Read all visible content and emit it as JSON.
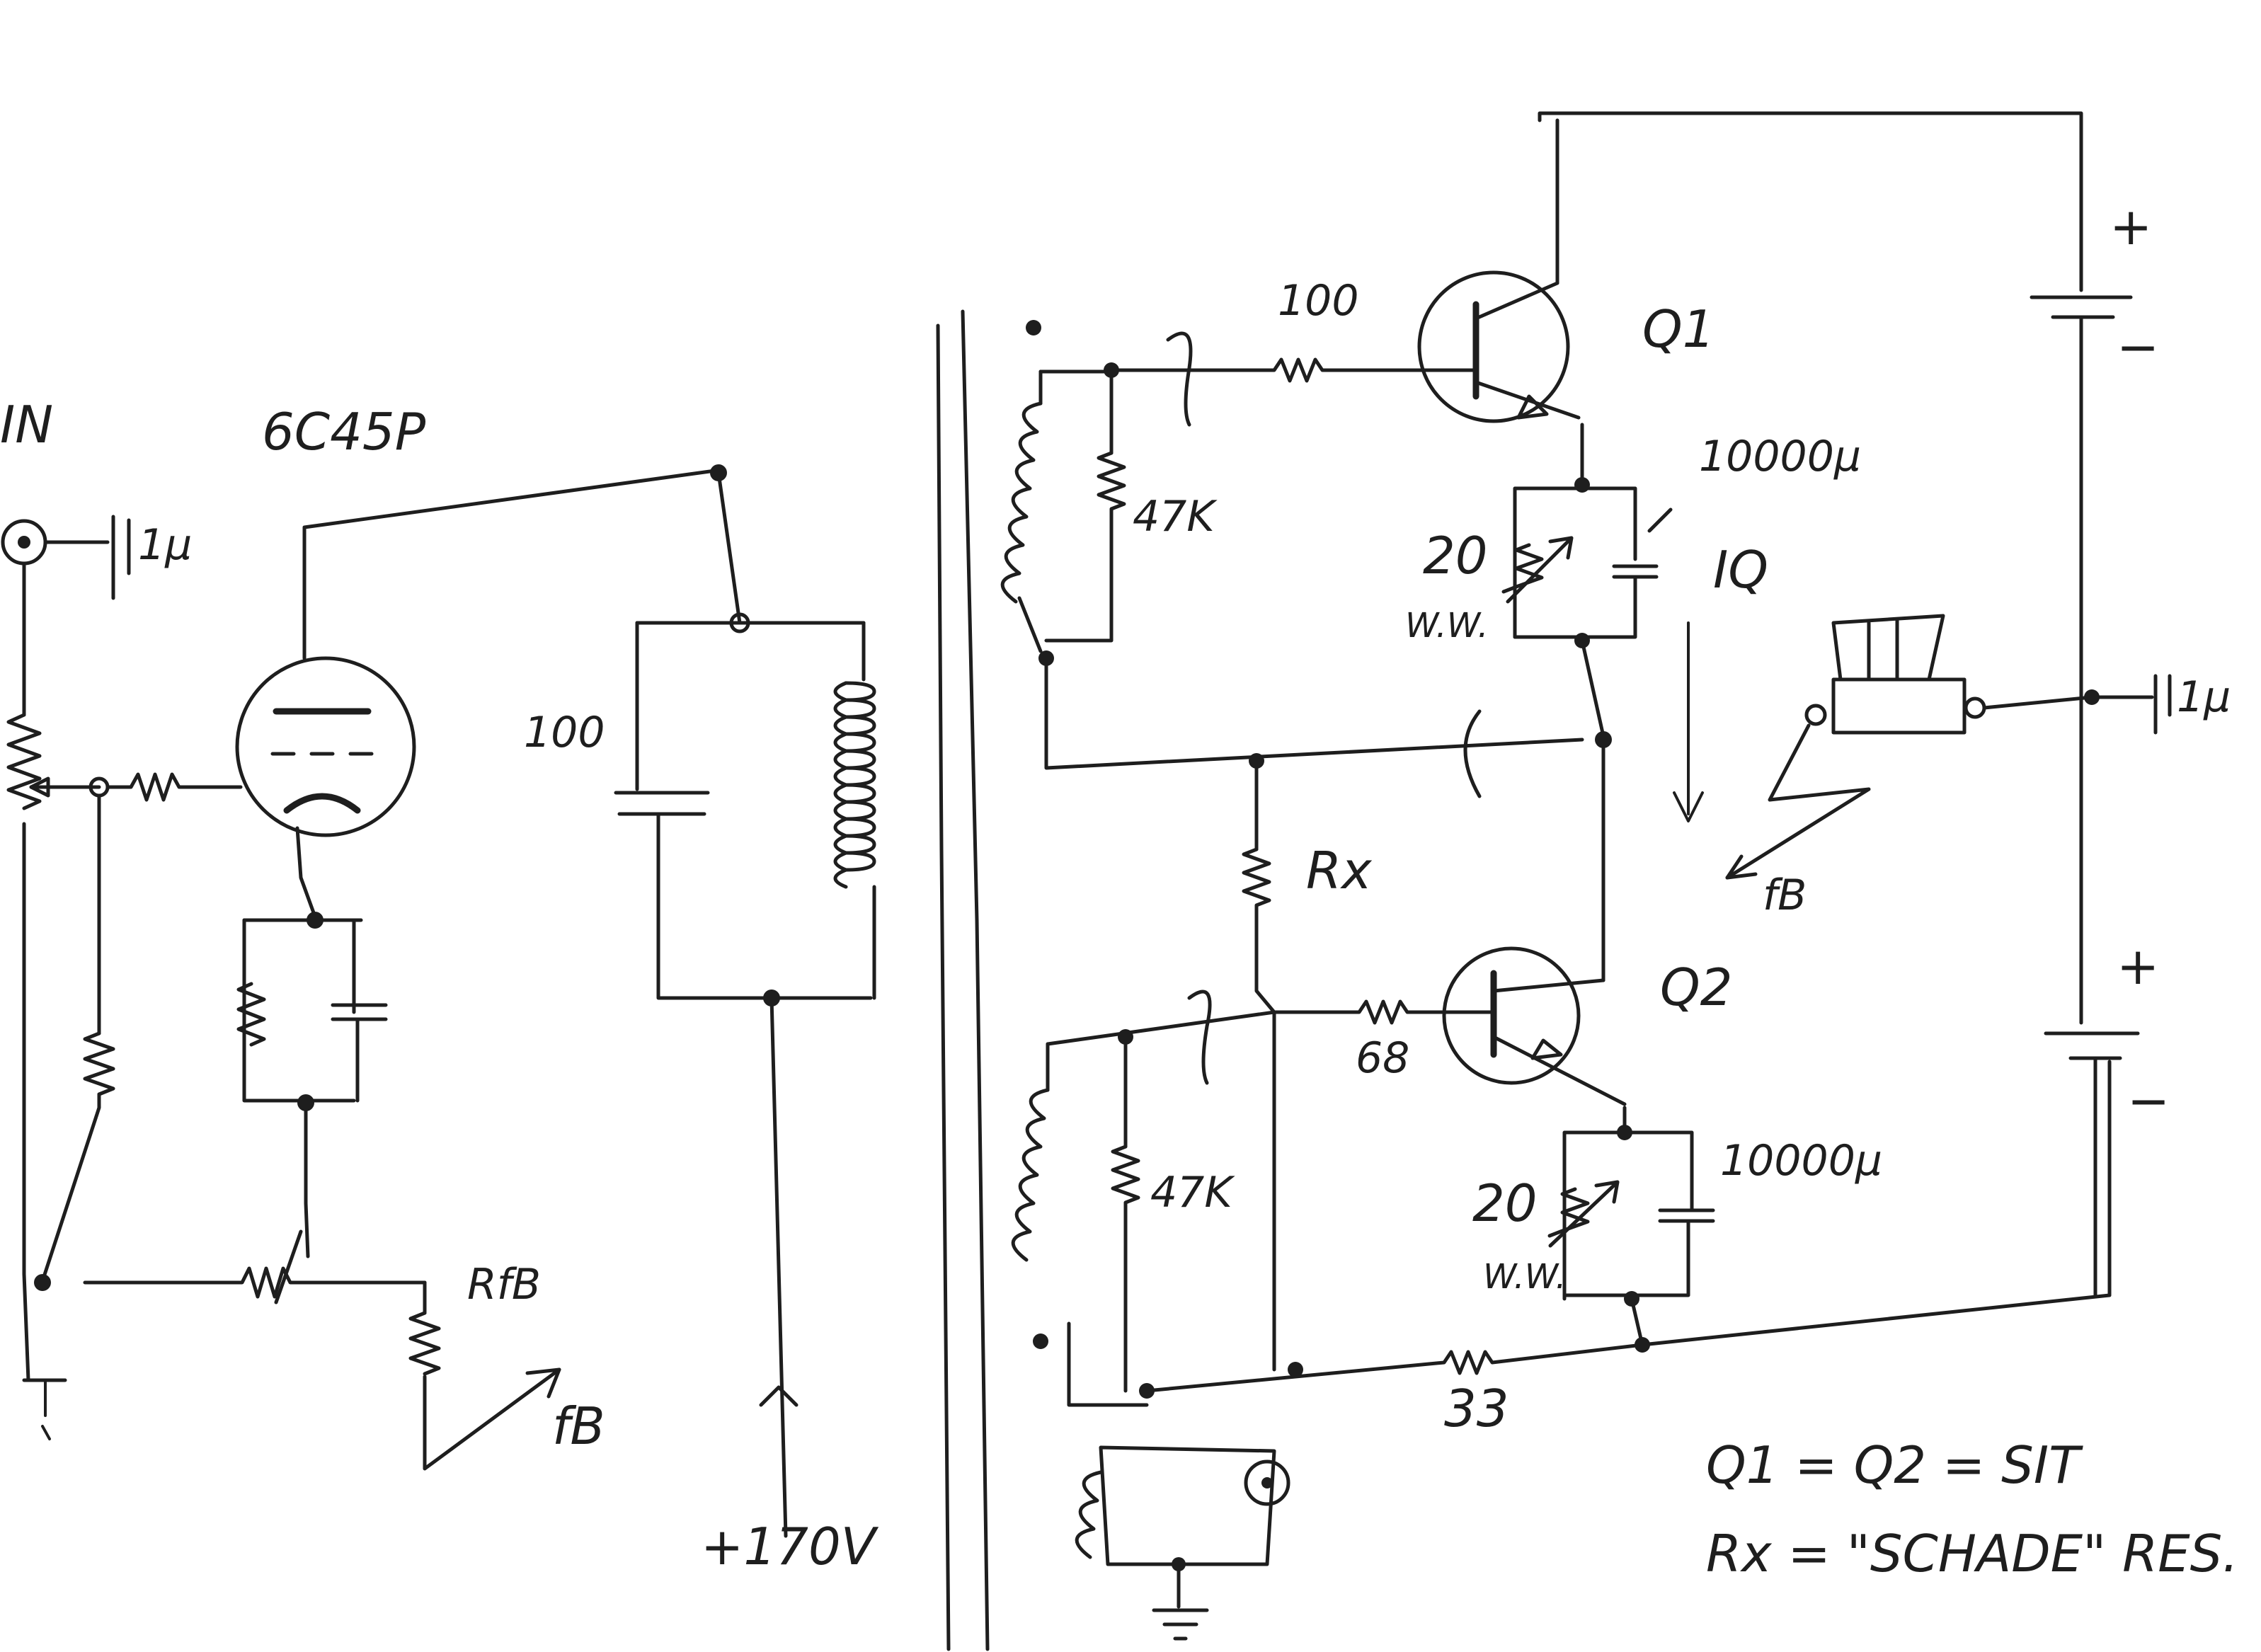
{
  "labels": {
    "input": "IN",
    "tube": "6C45P",
    "cap_1u_left": "1µ",
    "c_100": "100",
    "r_fb": "RfB",
    "fb_left": "fB",
    "b_plus": "+170V",
    "r_100": "100",
    "r_47k_top": "47K",
    "q1": "Q1",
    "cap_top": "10000µ",
    "r_20_top": "20",
    "ww_top": "W.W.",
    "iq": "IQ",
    "fb_right": "fB",
    "rx": "Rx",
    "q2": "Q2",
    "r_68": "68",
    "r_47k_bot": "47K",
    "cap_bot": "10000µ",
    "r_20_bot": "20",
    "ww_bot": "W.W.",
    "r_33": "33",
    "cap_1u_right": "1µ",
    "plus_top": "+",
    "minus_top": "−",
    "plus_bot": "+",
    "minus_bot": "−"
  },
  "notes": {
    "line1": "Q1 = Q2 = SIT",
    "line2": "Rx = \"SCHADE\" RES."
  }
}
